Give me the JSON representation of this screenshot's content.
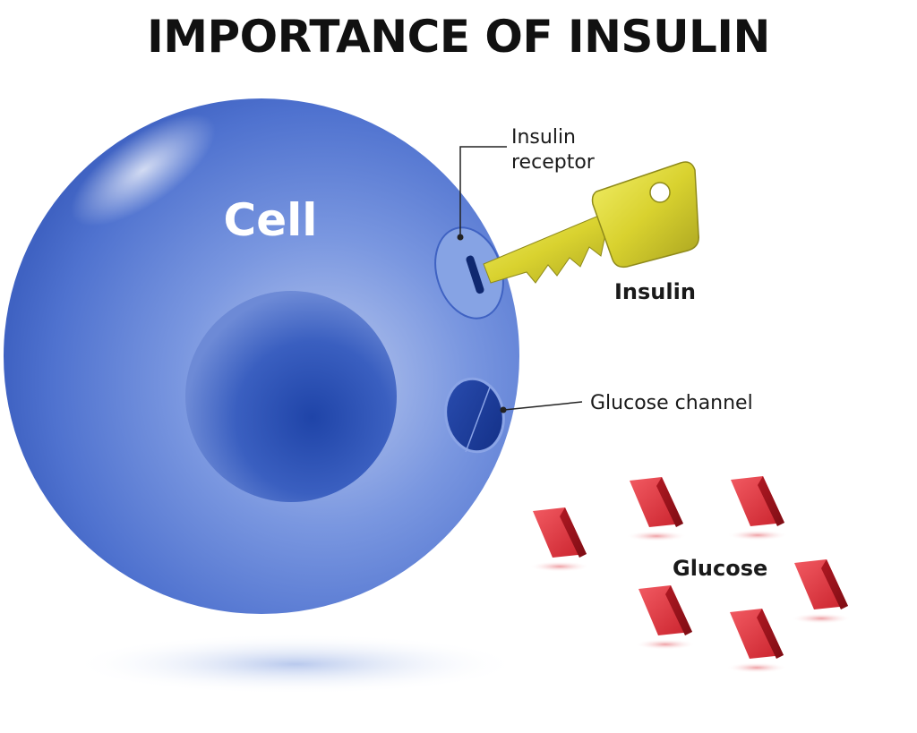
{
  "title": "IMPORTANCE OF INSULIN",
  "labels": {
    "cell": "Cell",
    "receptor_line1": "Insulin",
    "receptor_line2": "receptor",
    "insulin": "Insulin",
    "glucose_channel": "Glucose channel",
    "glucose": "Glucose"
  },
  "colors": {
    "cell": "#5b7fd6",
    "nucleus": "#3358b8",
    "key": "#d8d43a",
    "glucose": "#c8202a"
  }
}
